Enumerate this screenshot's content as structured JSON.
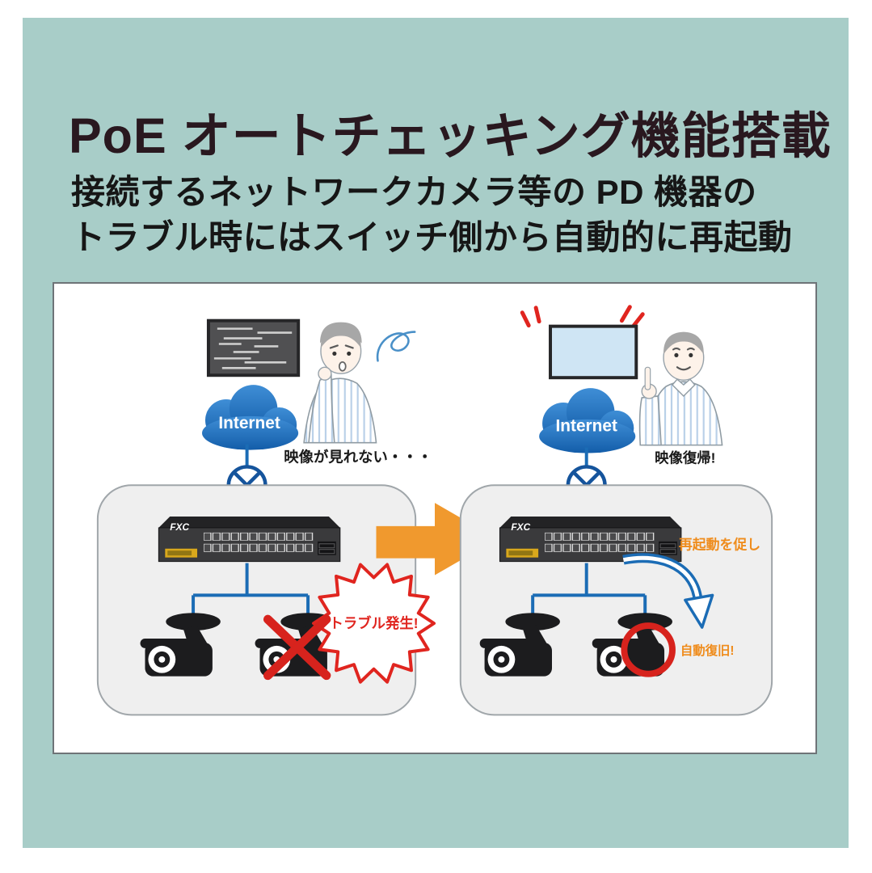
{
  "header": {
    "title": "PoE オートチェッキング機能搭載",
    "subtitle_line1": "接続するネットワークカメラ等の PD 機器の",
    "subtitle_line2": "トラブル時にはスイッチ側から自動的に再起動"
  },
  "diagram": {
    "before": {
      "internet_label": "Internet",
      "user_comment": "映像が見れない・・・",
      "trouble_burst": "トラブル発生!",
      "switch_brand": "FXC"
    },
    "after": {
      "internet_label": "Internet",
      "user_comment": "映像復帰!",
      "restart_note": "再起動を促し",
      "recovery_note": "自動復旧!",
      "switch_brand": "FXC"
    }
  },
  "colors": {
    "background_teal": "#a8cdc8",
    "panel_white": "#ffffff",
    "accent_orange": "#f0992e",
    "alert_red": "#d7231d",
    "line_blue": "#1b6cb5",
    "cloud_blue": "#1e6fbe",
    "title_ink": "#29181f"
  }
}
